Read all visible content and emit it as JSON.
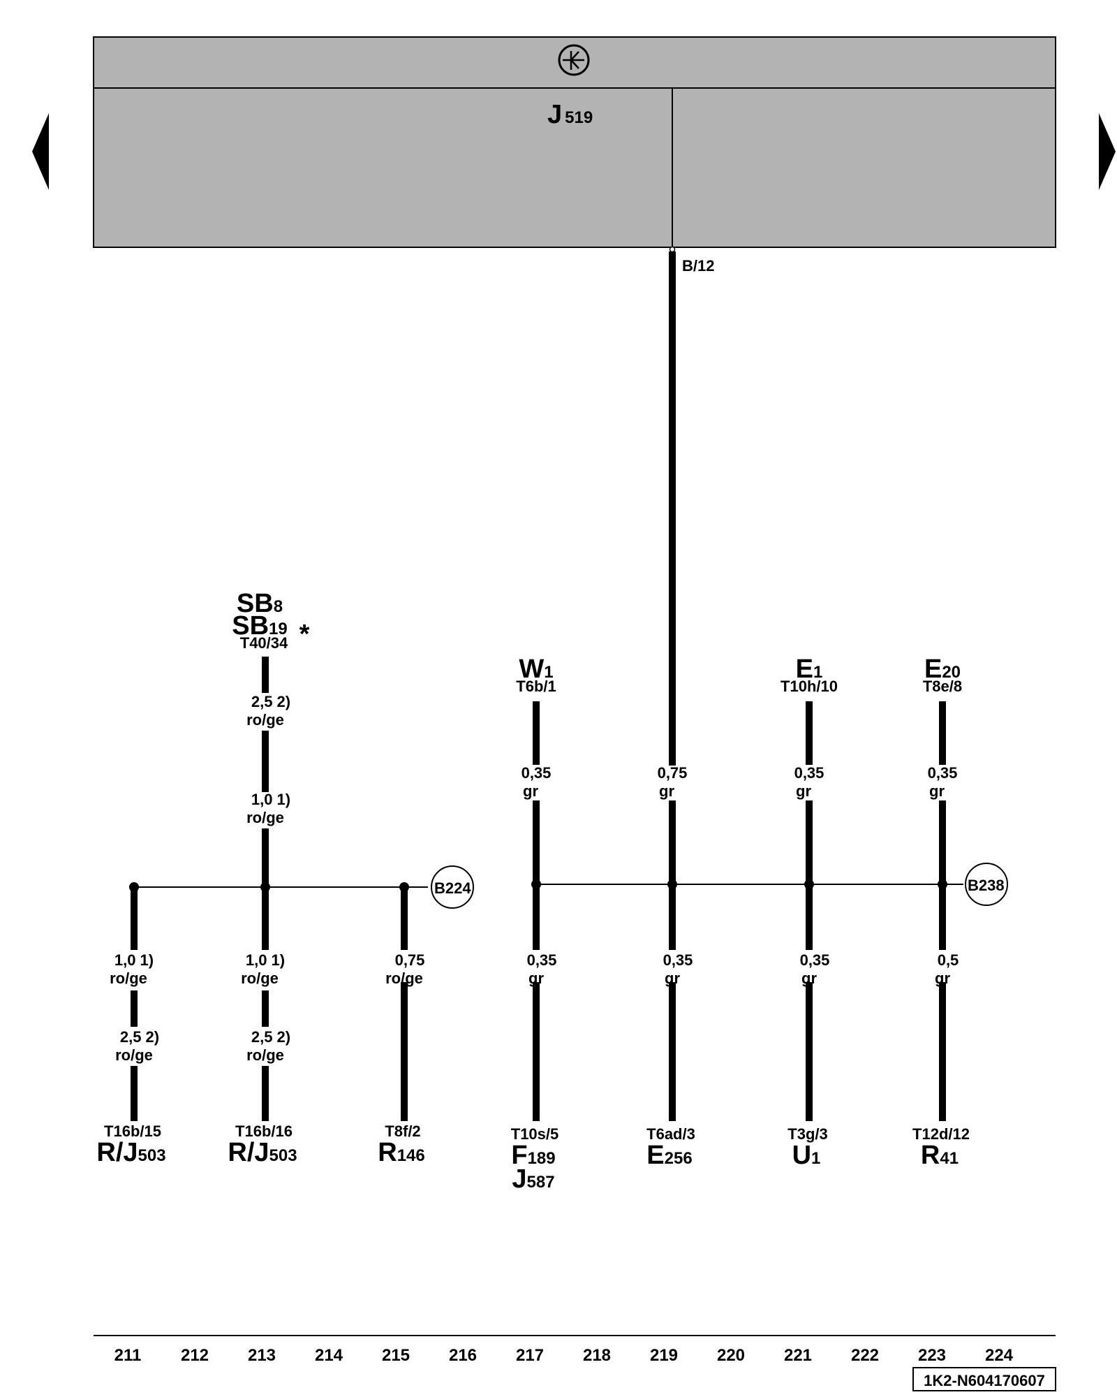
{
  "control_unit": {
    "name": "J",
    "sub": "519",
    "pin": "B/12",
    "symbol": "ground-symbol-icon"
  },
  "nav": {
    "prev": "prev-page-icon",
    "next": "next-page-icon"
  },
  "splices": [
    {
      "id": "B224"
    },
    {
      "id": "B238"
    }
  ],
  "left_top_wire": {
    "comp_lines": [
      {
        "main": "SB",
        "sub": "8"
      },
      {
        "main": "SB",
        "sub": "19"
      }
    ],
    "connector": "T40/34",
    "note": "*",
    "labels": [
      {
        "size": "2,5",
        "variant": "2)",
        "color": "ro/ge"
      },
      {
        "size": "1,0",
        "variant": "1)",
        "color": "ro/ge"
      }
    ]
  },
  "top_wires": [
    {
      "comp_main": "W",
      "comp_sub": "1",
      "connector": "T6b/1",
      "size": "0,35",
      "color": "gr"
    },
    {
      "comp_main": "",
      "comp_sub": "",
      "connector": "",
      "size": "0,75",
      "color": "gr"
    },
    {
      "comp_main": "E",
      "comp_sub": "1",
      "connector": "T10h/10",
      "size": "0,35",
      "color": "gr"
    },
    {
      "comp_main": "E",
      "comp_sub": "20",
      "connector": "T8e/8",
      "size": "0,35",
      "color": "gr"
    }
  ],
  "bottom_wires": [
    {
      "labels": [
        {
          "size": "1,0",
          "variant": "1)",
          "color": "ro/ge"
        },
        {
          "size": "2,5",
          "variant": "2)",
          "color": "ro/ge"
        }
      ],
      "connector": "T16b/15",
      "comp_lines": [
        {
          "main": "R/J",
          "sub": "503"
        }
      ]
    },
    {
      "labels": [
        {
          "size": "1,0",
          "variant": "1)",
          "color": "ro/ge"
        },
        {
          "size": "2,5",
          "variant": "2)",
          "color": "ro/ge"
        }
      ],
      "connector": "T16b/16",
      "comp_lines": [
        {
          "main": "R/J",
          "sub": "503"
        }
      ]
    },
    {
      "labels": [
        {
          "size": "0,75",
          "variant": "",
          "color": "ro/ge"
        }
      ],
      "connector": "T8f/2",
      "comp_lines": [
        {
          "main": "R",
          "sub": "146"
        }
      ]
    },
    {
      "labels": [
        {
          "size": "0,35",
          "variant": "",
          "color": "gr"
        }
      ],
      "connector": "T10s/5",
      "comp_lines": [
        {
          "main": "F",
          "sub": "189"
        },
        {
          "main": "J",
          "sub": "587"
        }
      ]
    },
    {
      "labels": [
        {
          "size": "0,35",
          "variant": "",
          "color": "gr"
        }
      ],
      "connector": "T6ad/3",
      "comp_lines": [
        {
          "main": "E",
          "sub": "256"
        }
      ]
    },
    {
      "labels": [
        {
          "size": "0,35",
          "variant": "",
          "color": "gr"
        }
      ],
      "connector": "T3g/3",
      "comp_lines": [
        {
          "main": "U",
          "sub": "1"
        }
      ]
    },
    {
      "labels": [
        {
          "size": "0,5",
          "variant": "",
          "color": "gr"
        }
      ],
      "connector": "T12d/12",
      "comp_lines": [
        {
          "main": "R",
          "sub": "41"
        }
      ]
    }
  ],
  "ruler": [
    "211",
    "212",
    "213",
    "214",
    "215",
    "216",
    "217",
    "218",
    "219",
    "220",
    "221",
    "222",
    "223",
    "224"
  ],
  "doc_id": "1K2-N604170607",
  "colors": {
    "unit_fill": "#b3b3b3",
    "line": "#000000"
  }
}
